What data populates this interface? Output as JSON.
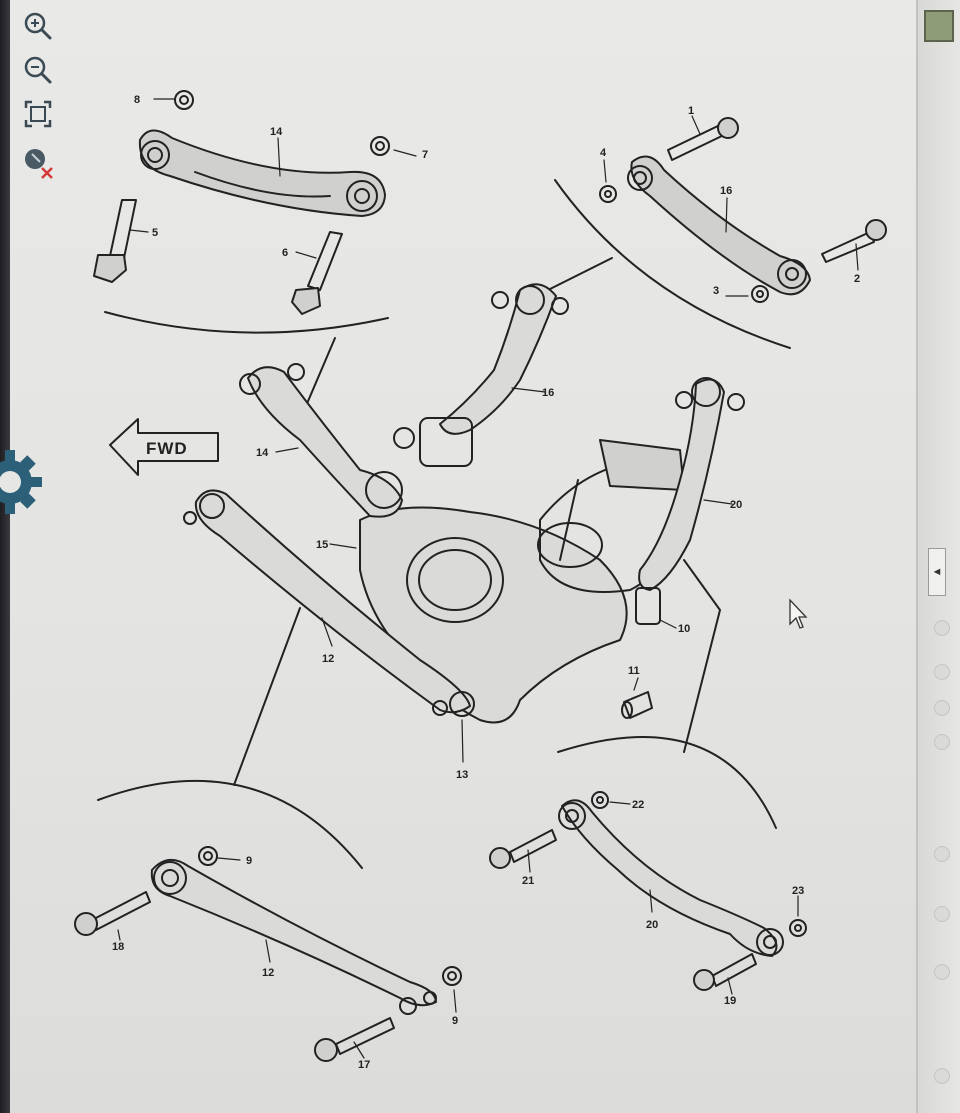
{
  "viewer": {
    "tools": [
      {
        "name": "zoom-in",
        "icon": "zoom-in-icon"
      },
      {
        "name": "zoom-out",
        "icon": "zoom-out-icon"
      },
      {
        "name": "fit-to-screen",
        "icon": "fit-screen-icon"
      },
      {
        "name": "reset-view",
        "icon": "reset-pointer-icon"
      }
    ],
    "settings_icon": "gear-icon",
    "scroll_arrow": "◄"
  },
  "diagram": {
    "fwd_label": "FWD",
    "callouts": {
      "c1": "1",
      "c2": "2",
      "c3": "3",
      "c4": "4",
      "c5": "5",
      "c6": "6",
      "c7": "7",
      "c8": "8",
      "c9a": "9",
      "c9b": "9",
      "c10": "10",
      "c11": "11",
      "c12a": "12",
      "c12b": "12",
      "c13": "13",
      "c14a": "14",
      "c14b": "14",
      "c15": "15",
      "c16a": "16",
      "c16b": "16",
      "c17": "17",
      "c18": "18",
      "c19": "19",
      "c20a": "20",
      "c20b": "20",
      "c21": "21",
      "c22": "22",
      "c23": "23"
    }
  },
  "colors": {
    "paper": "#e6e6e4",
    "ink": "#222222",
    "tool_icon": "#3a4a54",
    "gear": "#2c5f78",
    "reset_x": "#d43a3a"
  }
}
